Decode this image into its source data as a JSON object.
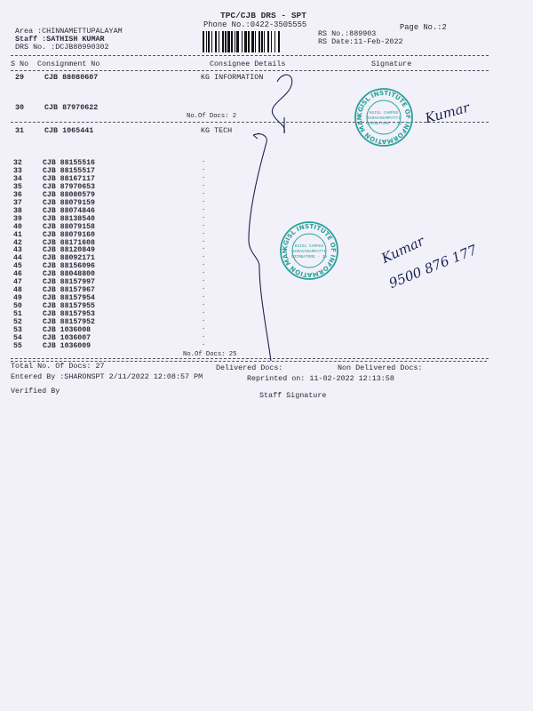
{
  "header": {
    "title": "TPC/CJB  DRS - SPT",
    "phone": "Phone No.:0422-3505555",
    "page_no": "Page No.:2",
    "area": "Area :CHINNAMETTUPALAYAM",
    "staff": "Staff :SATHISH KUMAR",
    "drs_no": "DRS No. :DCJB88990302",
    "rs_no": "RS No.:889903",
    "rs_date": "RS Date:11-Feb-2022"
  },
  "columns": {
    "sno": "S No",
    "consignment": "Consignment No",
    "consignee": "Consignee Details",
    "signature": "Signature"
  },
  "group1": [
    {
      "sno": "29",
      "cn": "CJB 88080607",
      "consignee": "KG INFORMATION"
    },
    {
      "sno": "30",
      "cn": "CJB 87970622",
      "consignee": ""
    }
  ],
  "group1_docs": "No.Of Docs: 2",
  "group2_first": {
    "sno": "31",
    "cn": "CJB 1065441",
    "consignee": "KG TECH"
  },
  "group2": [
    {
      "sno": "32",
      "cn": "CJB 88155516"
    },
    {
      "sno": "33",
      "cn": "CJB 88155517"
    },
    {
      "sno": "34",
      "cn": "CJB 88167117"
    },
    {
      "sno": "35",
      "cn": "CJB 87970653"
    },
    {
      "sno": "36",
      "cn": "CJB 88080579"
    },
    {
      "sno": "37",
      "cn": "CJB 88079159"
    },
    {
      "sno": "38",
      "cn": "CJB 88074846"
    },
    {
      "sno": "39",
      "cn": "CJB 88138540"
    },
    {
      "sno": "40",
      "cn": "CJB 88079158"
    },
    {
      "sno": "41",
      "cn": "CJB 88079160"
    },
    {
      "sno": "42",
      "cn": "CJB 88171608"
    },
    {
      "sno": "43",
      "cn": "CJB 88120849"
    },
    {
      "sno": "44",
      "cn": "CJB 88092171"
    },
    {
      "sno": "45",
      "cn": "CJB 88156096"
    },
    {
      "sno": "46",
      "cn": "CJB 88048800"
    },
    {
      "sno": "47",
      "cn": "CJB 88157997"
    },
    {
      "sno": "48",
      "cn": "CJB 88157967"
    },
    {
      "sno": "49",
      "cn": "CJB 88157954"
    },
    {
      "sno": "50",
      "cn": "CJB 88157955"
    },
    {
      "sno": "51",
      "cn": "CJB 88157953"
    },
    {
      "sno": "52",
      "cn": "CJB 88157952"
    },
    {
      "sno": "53",
      "cn": "CJB 1036008"
    },
    {
      "sno": "54",
      "cn": "CJB 1036007"
    },
    {
      "sno": "55",
      "cn": "CJB 1036009"
    }
  ],
  "group2_docs": "No.Of Docs: 25",
  "footer": {
    "total": "Total No. Of Docs:  27",
    "delivered": "Delivered Docs:",
    "non_delivered": "Non Delivered Docs:",
    "entered_by": "Entered By :SHARONSPT 2/11/2022 12:08:57 PM",
    "reprinted": "Reprinted on: 11-02-2022 12:13:58",
    "verified_by": "Verified By",
    "staff_signature": "Staff Signature"
  },
  "stamp": {
    "ring_text": "KGISL INSTITUTE OF INFORMATION MANAGEMENT ★",
    "line1": "KGISL CAMPUS",
    "line2": "SARAVANAMPATTI",
    "line3": "COIMBATORE - 35",
    "color": "#2aa198"
  },
  "handwriting": {
    "name": "Kumar",
    "phone": "9500 876 177"
  }
}
